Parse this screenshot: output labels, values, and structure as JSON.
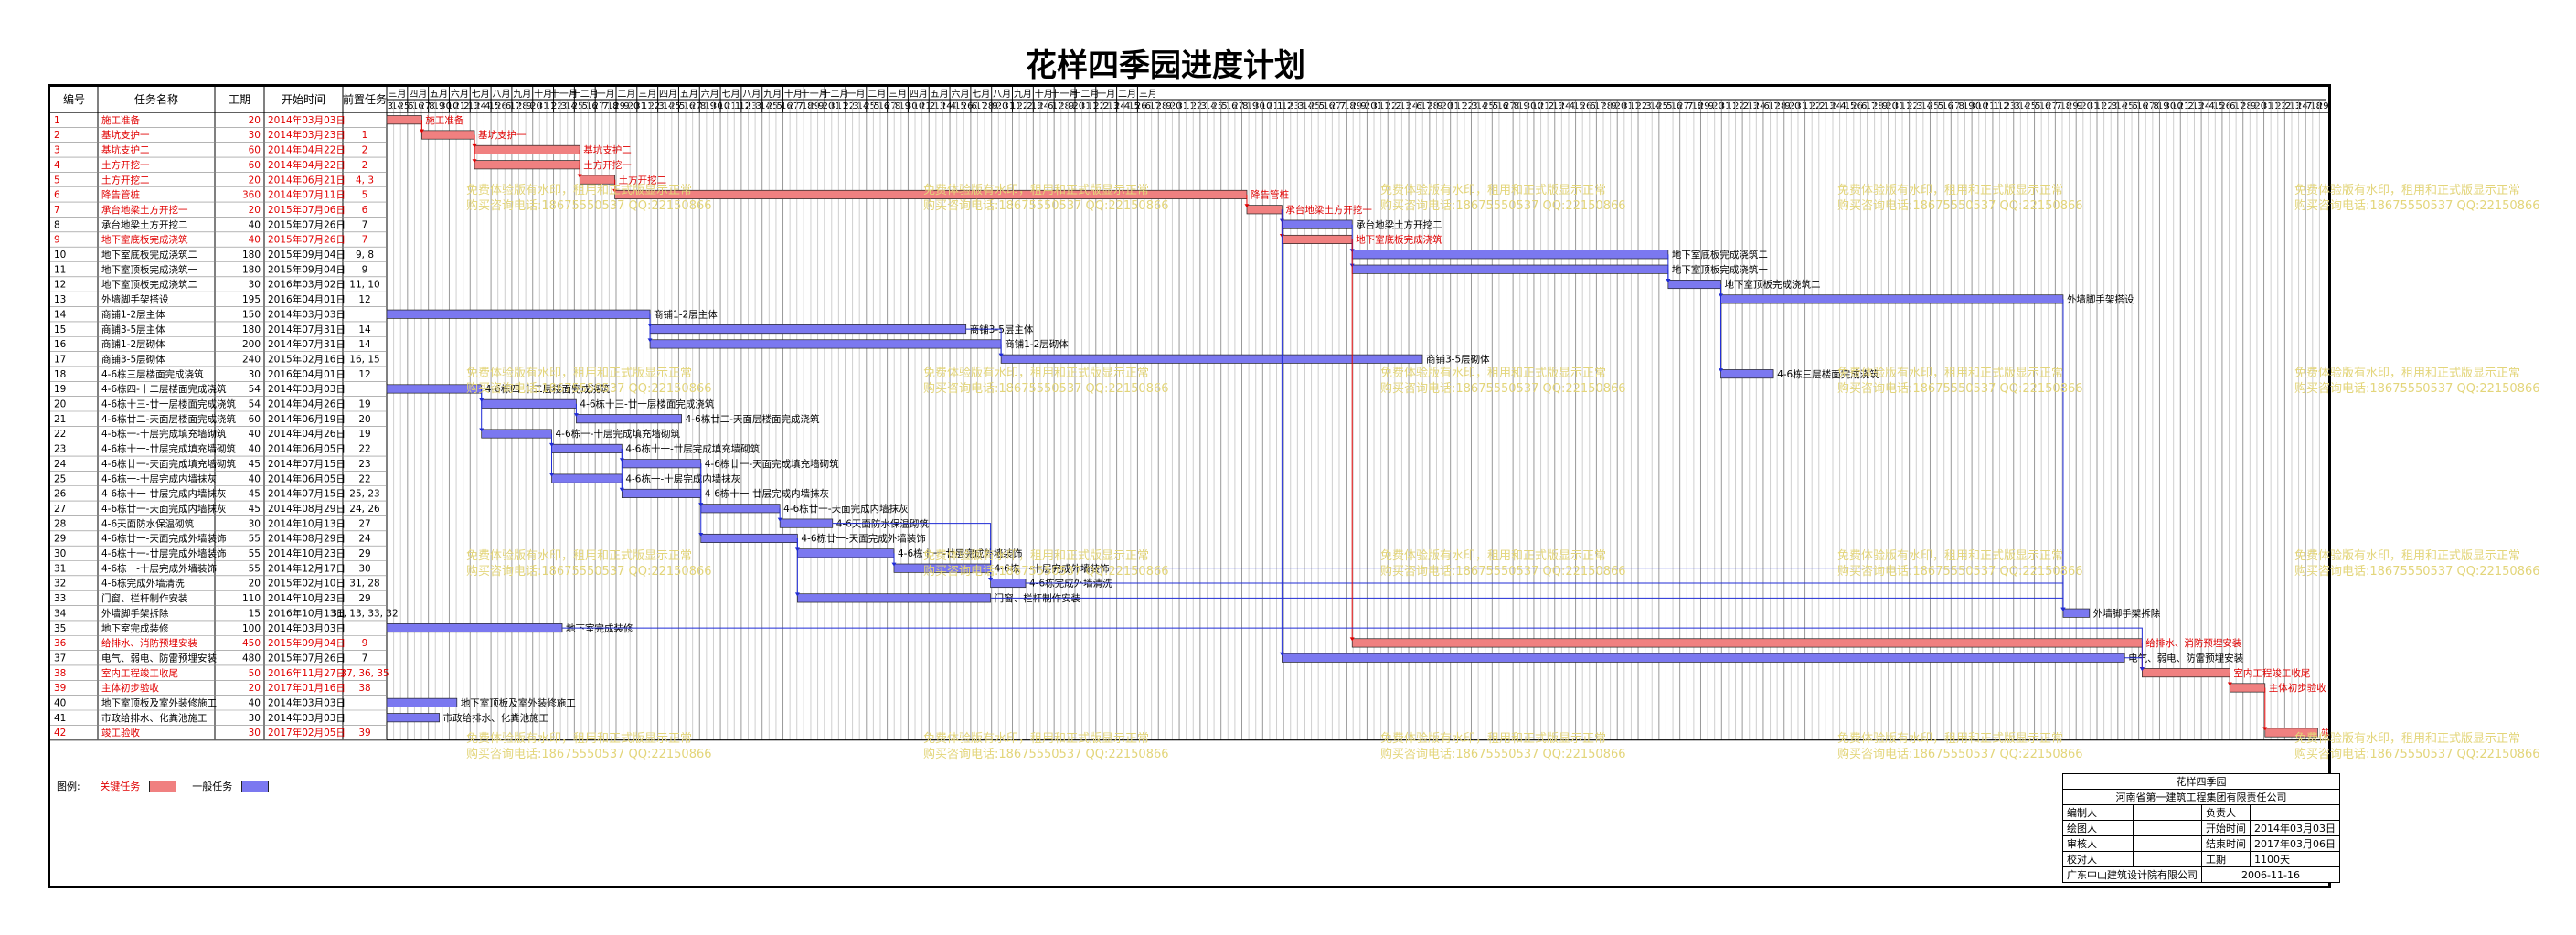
{
  "title": "花样四季园进度计划",
  "headers": {
    "id": "编号",
    "name": "任务名称",
    "dur": "工期",
    "start": "开始时间",
    "pred": "前置任务"
  },
  "timescale": {
    "months": [
      "三月",
      "四月",
      "五月",
      "六月",
      "七月",
      "八月",
      "九月",
      "十月",
      "十一月",
      "十二月",
      "一月",
      "二月",
      "三月",
      "四月",
      "五月",
      "六月",
      "七月",
      "八月",
      "九月",
      "十月",
      "十一月",
      "十二月",
      "一月",
      "二月",
      "三月",
      "四月",
      "五月",
      "六月",
      "七月",
      "八月",
      "九月",
      "十月",
      "十一月",
      "十二月",
      "一月",
      "二月",
      "三月"
    ],
    "days": [
      "3",
      "14",
      "25",
      "5",
      "16",
      "27",
      "8",
      "19",
      "30",
      "10",
      "21",
      "2",
      "13",
      "24",
      "4",
      "15",
      "26",
      "6",
      "17",
      "28",
      "9",
      "20",
      "31",
      "11",
      "22",
      "3",
      "14",
      "25",
      "5",
      "16",
      "27",
      "7",
      "18",
      "29",
      "9",
      "20",
      "31",
      "11",
      "22",
      "3",
      "14",
      "25",
      "5",
      "16",
      "27",
      "8",
      "19",
      "30",
      "10",
      "21",
      "1",
      "12",
      "23",
      "3",
      "14",
      "25",
      "5",
      "16",
      "27",
      "7",
      "18",
      "29",
      "9",
      "20",
      "31",
      "11",
      "22",
      "3",
      "14",
      "25",
      "5",
      "16",
      "27",
      "8",
      "19",
      "30",
      "10",
      "21",
      "2",
      "13",
      "24",
      "4",
      "15",
      "26",
      "6",
      "17",
      "28",
      "9",
      "20",
      "31",
      "11",
      "22",
      "2",
      "13",
      "24",
      "6",
      "17",
      "28",
      "9",
      "20",
      "31",
      "11",
      "22",
      "2",
      "13",
      "24",
      "4",
      "15",
      "26",
      "6",
      "17",
      "28",
      "9",
      "20",
      "31",
      "11",
      "22",
      "3",
      "14",
      "25",
      "5",
      "16",
      "27",
      "8",
      "19",
      "30",
      "10",
      "21",
      "1",
      "12",
      "23",
      "3",
      "14",
      "25",
      "5",
      "16",
      "27",
      "7",
      "18",
      "29",
      "9",
      "20",
      "31",
      "11",
      "22",
      "2",
      "13",
      "24",
      "6",
      "17",
      "28",
      "9",
      "20",
      "31",
      "11",
      "22",
      "3",
      "14",
      "25",
      "5",
      "16",
      "27",
      "8",
      "19",
      "30",
      "10",
      "21",
      "2",
      "13",
      "24",
      "4",
      "15",
      "26",
      "6",
      "17",
      "28",
      "9",
      "20",
      "31",
      "11",
      "22",
      "3",
      "14",
      "25",
      "5",
      "16",
      "27",
      "7",
      "18",
      "29",
      "9",
      "20",
      "31",
      "11",
      "22",
      "2",
      "13",
      "24",
      "6",
      "17",
      "28",
      "9",
      "20",
      "31",
      "11",
      "22",
      "2",
      "13",
      "24",
      "4",
      "15",
      "26",
      "6",
      "17",
      "28",
      "9",
      "20",
      "31",
      "11",
      "22",
      "3",
      "14",
      "25",
      "5",
      "16",
      "27",
      "8",
      "19",
      "30",
      "10",
      "21",
      "1",
      "12",
      "23",
      "3",
      "14",
      "25",
      "5",
      "16",
      "27",
      "7",
      "18",
      "29",
      "9",
      "20",
      "31",
      "11",
      "22",
      "3",
      "14",
      "25",
      "5",
      "16",
      "27",
      "8",
      "19",
      "30",
      "10",
      "21",
      "2",
      "13",
      "24",
      "4",
      "15",
      "26",
      "6",
      "17",
      "28",
      "9",
      "20",
      "31",
      "11",
      "22",
      "2",
      "13",
      "24",
      "7",
      "18",
      "29"
    ]
  },
  "tasks": [
    {
      "id": "1",
      "name": "施工准备",
      "dur": "20",
      "start": "2014年03月03日",
      "pred": "",
      "crit": true,
      "s": 0,
      "e": 20
    },
    {
      "id": "2",
      "name": "基坑支护一",
      "dur": "30",
      "start": "2014年03月23日",
      "pred": "1",
      "crit": true,
      "s": 20,
      "e": 50
    },
    {
      "id": "3",
      "name": "基坑支护二",
      "dur": "60",
      "start": "2014年04月22日",
      "pred": "2",
      "crit": true,
      "s": 50,
      "e": 110
    },
    {
      "id": "4",
      "name": "土方开挖一",
      "dur": "60",
      "start": "2014年04月22日",
      "pred": "2",
      "crit": true,
      "s": 50,
      "e": 110
    },
    {
      "id": "5",
      "name": "土方开挖二",
      "dur": "20",
      "start": "2014年06月21日",
      "pred": "4, 3",
      "crit": true,
      "s": 110,
      "e": 130
    },
    {
      "id": "6",
      "name": "降告管桩",
      "dur": "360",
      "start": "2014年07月11日",
      "pred": "5",
      "crit": true,
      "s": 130,
      "e": 490
    },
    {
      "id": "7",
      "name": "承台地梁土方开挖一",
      "dur": "20",
      "start": "2015年07月06日",
      "pred": "6",
      "crit": true,
      "s": 490,
      "e": 510
    },
    {
      "id": "8",
      "name": "承台地梁土方开挖二",
      "dur": "40",
      "start": "2015年07月26日",
      "pred": "7",
      "crit": false,
      "s": 510,
      "e": 550
    },
    {
      "id": "9",
      "name": "地下室底板完成浇筑一",
      "dur": "40",
      "start": "2015年07月26日",
      "pred": "7",
      "crit": true,
      "s": 510,
      "e": 550
    },
    {
      "id": "10",
      "name": "地下室底板完成浇筑二",
      "dur": "180",
      "start": "2015年09月04日",
      "pred": "9, 8",
      "crit": false,
      "s": 550,
      "e": 730
    },
    {
      "id": "11",
      "name": "地下室顶板完成浇筑一",
      "dur": "180",
      "start": "2015年09月04日",
      "pred": "9",
      "crit": false,
      "s": 550,
      "e": 730
    },
    {
      "id": "12",
      "name": "地下室顶板完成浇筑二",
      "dur": "30",
      "start": "2016年03月02日",
      "pred": "11, 10",
      "crit": false,
      "s": 730,
      "e": 760
    },
    {
      "id": "13",
      "name": "外墙脚手架搭设",
      "dur": "195",
      "start": "2016年04月01日",
      "pred": "12",
      "crit": false,
      "s": 760,
      "e": 955
    },
    {
      "id": "14",
      "name": "商铺1-2层主体",
      "dur": "150",
      "start": "2014年03月03日",
      "pred": "",
      "crit": false,
      "s": 0,
      "e": 150
    },
    {
      "id": "15",
      "name": "商铺3-5层主体",
      "dur": "180",
      "start": "2014年07月31日",
      "pred": "14",
      "crit": false,
      "s": 150,
      "e": 330
    },
    {
      "id": "16",
      "name": "商铺1-2层砌体",
      "dur": "200",
      "start": "2014年07月31日",
      "pred": "14",
      "crit": false,
      "s": 150,
      "e": 350
    },
    {
      "id": "17",
      "name": "商铺3-5层砌体",
      "dur": "240",
      "start": "2015年02月16日",
      "pred": "16, 15",
      "crit": false,
      "s": 350,
      "e": 590
    },
    {
      "id": "18",
      "name": "4-6栋三层楼面完成浇筑",
      "dur": "30",
      "start": "2016年04月01日",
      "pred": "12",
      "crit": false,
      "s": 760,
      "e": 790
    },
    {
      "id": "19",
      "name": "4-6栋四-十二层楼面完成浇筑",
      "dur": "54",
      "start": "2014年03月03日",
      "pred": "",
      "crit": false,
      "s": 0,
      "e": 54
    },
    {
      "id": "20",
      "name": "4-6栋十三-廿一层楼面完成浇筑",
      "dur": "54",
      "start": "2014年04月26日",
      "pred": "19",
      "crit": false,
      "s": 54,
      "e": 108
    },
    {
      "id": "21",
      "name": "4-6栋廿二-天面层楼面完成浇筑",
      "dur": "60",
      "start": "2014年06月19日",
      "pred": "20",
      "crit": false,
      "s": 108,
      "e": 168
    },
    {
      "id": "22",
      "name": "4-6栋一-十层完成填充墙砌筑",
      "dur": "40",
      "start": "2014年04月26日",
      "pred": "19",
      "crit": false,
      "s": 54,
      "e": 94
    },
    {
      "id": "23",
      "name": "4-6栋十一-廿层完成填充墙砌筑",
      "dur": "40",
      "start": "2014年06月05日",
      "pred": "22",
      "crit": false,
      "s": 94,
      "e": 134
    },
    {
      "id": "24",
      "name": "4-6栋廿一-天面完成填充墙砌筑",
      "dur": "45",
      "start": "2014年07月15日",
      "pred": "23",
      "crit": false,
      "s": 134,
      "e": 179
    },
    {
      "id": "25",
      "name": "4-6栋一-十层完成内墙抹灰",
      "dur": "40",
      "start": "2014年06月05日",
      "pred": "22",
      "crit": false,
      "s": 94,
      "e": 134
    },
    {
      "id": "26",
      "name": "4-6栋十一-廿层完成内墙抹灰",
      "dur": "45",
      "start": "2014年07月15日",
      "pred": "25, 23",
      "crit": false,
      "s": 134,
      "e": 179
    },
    {
      "id": "27",
      "name": "4-6栋廿一-天面完成内墙抹灰",
      "dur": "45",
      "start": "2014年08月29日",
      "pred": "24, 26",
      "crit": false,
      "s": 179,
      "e": 224
    },
    {
      "id": "28",
      "name": "4-6天面防水保温砌筑",
      "dur": "30",
      "start": "2014年10月13日",
      "pred": "27",
      "crit": false,
      "s": 224,
      "e": 254
    },
    {
      "id": "29",
      "name": "4-6栋廿一-天面完成外墙装饰",
      "dur": "55",
      "start": "2014年08月29日",
      "pred": "24",
      "crit": false,
      "s": 179,
      "e": 234
    },
    {
      "id": "30",
      "name": "4-6栋十一-廿层完成外墙装饰",
      "dur": "55",
      "start": "2014年10月23日",
      "pred": "29",
      "crit": false,
      "s": 234,
      "e": 289
    },
    {
      "id": "31",
      "name": "4-6栋一-十层完成外墙装饰",
      "dur": "55",
      "start": "2014年12月17日",
      "pred": "30",
      "crit": false,
      "s": 289,
      "e": 344
    },
    {
      "id": "32",
      "name": "4-6栋完成外墙清洗",
      "dur": "20",
      "start": "2015年02月10日",
      "pred": "31, 28",
      "crit": false,
      "s": 344,
      "e": 364
    },
    {
      "id": "33",
      "name": "门窗、栏杆制作安装",
      "dur": "110",
      "start": "2014年10月23日",
      "pred": "29",
      "crit": false,
      "s": 234,
      "e": 344
    },
    {
      "id": "34",
      "name": "外墙脚手架拆除",
      "dur": "15",
      "start": "2016年10月13日",
      "pred": "31, 13, 33, 32",
      "crit": false,
      "s": 955,
      "e": 970
    },
    {
      "id": "35",
      "name": "地下室完成装修",
      "dur": "100",
      "start": "2014年03月03日",
      "pred": "",
      "crit": false,
      "s": 0,
      "e": 100
    },
    {
      "id": "36",
      "name": "给排水、消防预埋安装",
      "dur": "450",
      "start": "2015年09月04日",
      "pred": "9",
      "crit": true,
      "s": 550,
      "e": 1000
    },
    {
      "id": "37",
      "name": "电气、弱电、防雷预埋安装",
      "dur": "480",
      "start": "2015年07月26日",
      "pred": "7",
      "crit": false,
      "s": 510,
      "e": 990
    },
    {
      "id": "38",
      "name": "室内工程竣工收尾",
      "dur": "50",
      "start": "2016年11月27日",
      "pred": "37, 36, 35",
      "crit": true,
      "s": 1000,
      "e": 1050
    },
    {
      "id": "39",
      "name": "主体初步验收",
      "dur": "20",
      "start": "2017年01月16日",
      "pred": "38",
      "crit": true,
      "s": 1050,
      "e": 1070
    },
    {
      "id": "40",
      "name": "地下室顶板及室外装修施工",
      "dur": "40",
      "start": "2014年03月03日",
      "pred": "",
      "crit": false,
      "s": 0,
      "e": 40
    },
    {
      "id": "41",
      "name": "市政给排水、化粪池施工",
      "dur": "30",
      "start": "2014年03月03日",
      "pred": "",
      "crit": false,
      "s": 0,
      "e": 30
    },
    {
      "id": "42",
      "name": "竣工验收",
      "dur": "30",
      "start": "2017年02月05日",
      "pred": "39",
      "crit": true,
      "s": 1070,
      "e": 1100
    }
  ],
  "watermark": {
    "line1": "免费体验版有水印，租用和正式版显示正常",
    "line2": "购买咨询电话:18675550537 QQ:22150866"
  },
  "legend": {
    "label": "图例:",
    "critical": "关键任务",
    "normal": "一般任务"
  },
  "title_block": {
    "project": "花样四季园",
    "company": "河南省第一建筑工程集团有限责任公司",
    "rows": [
      [
        "编制人",
        "",
        "负责人",
        ""
      ],
      [
        "绘图人",
        "",
        "开始时间",
        "2014年03月03日"
      ],
      [
        "审核人",
        "",
        "结束时间",
        "2017年03月06日"
      ],
      [
        "校对人",
        "",
        "工期",
        "1100天"
      ]
    ],
    "footer_company": "广东中山建筑设计院有限公司",
    "footer_date": "2006-11-16"
  },
  "colors": {
    "critical": "#f08080",
    "normal": "#7b78f0",
    "crit_text": "#e00000",
    "link": "#1f2bd6"
  }
}
